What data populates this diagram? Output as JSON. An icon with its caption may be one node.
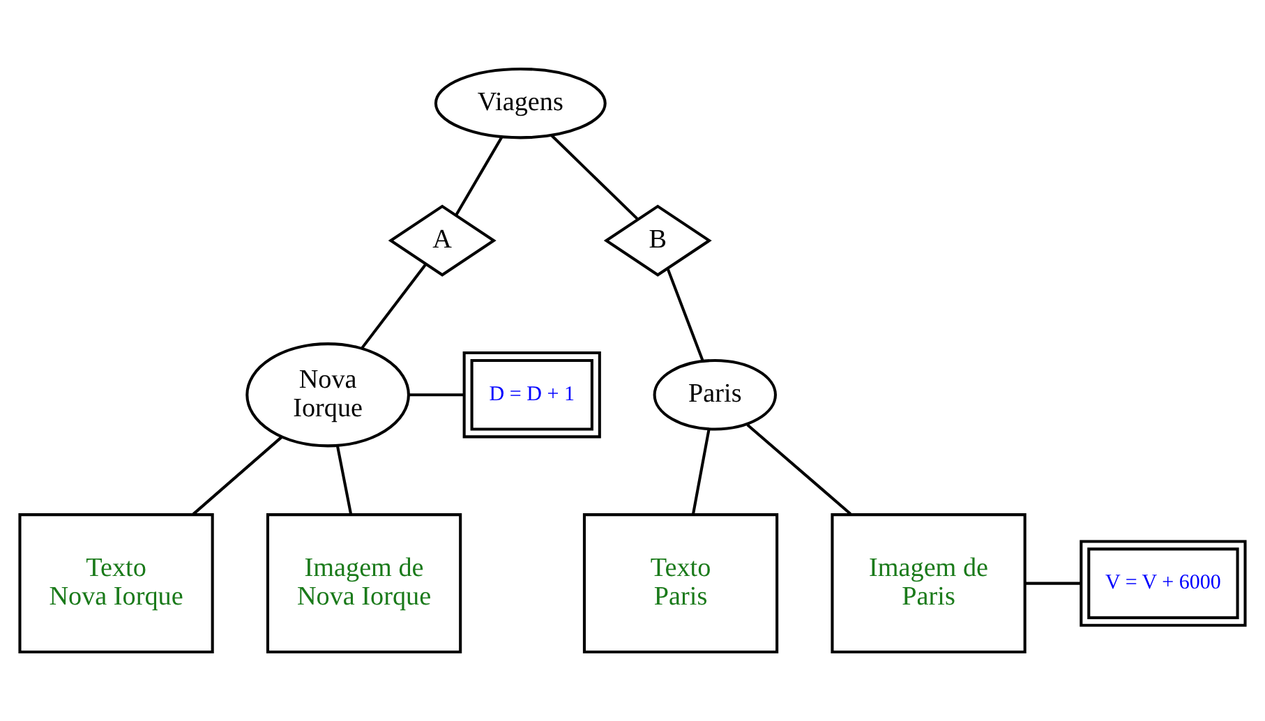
{
  "diagram": {
    "nodes": [
      {
        "text": [
          "Viagens"
        ]
      },
      {
        "text": [
          "A"
        ]
      },
      {
        "text": [
          "B"
        ]
      },
      {
        "text": [
          "Nova Iorque"
        ]
      },
      {
        "text": [
          "D = D + 1"
        ]
      },
      {
        "text": [
          "Paris"
        ]
      },
      {
        "text": [
          "Texto Nova Iorque"
        ]
      },
      {
        "text": [
          "Imagem de Nova Iorque"
        ]
      },
      {
        "text": [
          "Texto Paris"
        ]
      },
      {
        "text": [
          "Imagem de Paris"
        ]
      },
      {
        "text": [
          "V = V + 6000"
        ]
      }
    ],
    "edges": [
      {
        "from": 0,
        "to": 1,
        "arrow": "none"
      },
      {
        "from": 0,
        "to": 2,
        "arrow": "none"
      },
      {
        "from": 1,
        "to": 3,
        "arrow": "none"
      },
      {
        "from": 2,
        "to": 5,
        "arrow": "none"
      },
      {
        "from": 3,
        "to": 4,
        "arrow": "none"
      },
      {
        "from": 3,
        "to": 6,
        "arrow": "none"
      },
      {
        "from": 3,
        "to": 7,
        "arrow": "none"
      },
      {
        "from": 5,
        "to": 8,
        "arrow": "none"
      },
      {
        "from": 5,
        "to": 9,
        "arrow": "none"
      },
      {
        "from": 9,
        "to": 10,
        "arrow": "none"
      }
    ]
  }
}
